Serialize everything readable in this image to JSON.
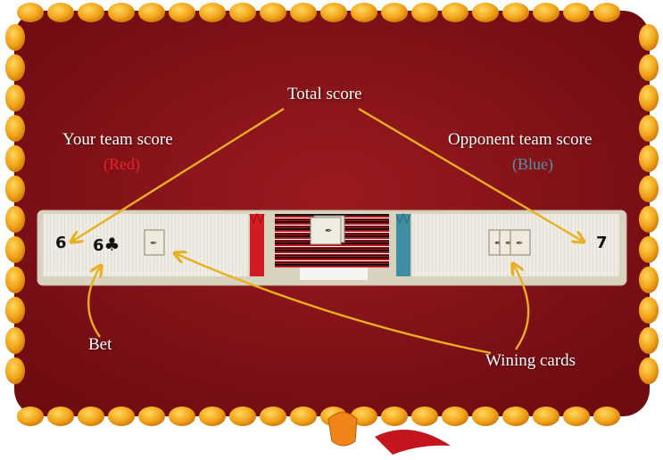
{
  "annotations": {
    "total_score": "Total score",
    "your_team_score": "Your team score",
    "your_team_color": "(Red)",
    "opponent_team_score": "Opponent team score",
    "opponent_team_color": "(Blue)",
    "bet": "Bet",
    "winning_cards": "Wining cards"
  },
  "scoreboard": {
    "your_total": "6",
    "bet_value": "6",
    "bet_suit": "club-icon",
    "opponent_total": "7",
    "your_won_tricks": 1,
    "opponent_won_tricks": 3
  },
  "colors": {
    "background": "#8b1218",
    "bead": "#f2a81a",
    "arrow": "#e8b020",
    "red_team": "#e8202a",
    "blue_team": "#4f93a8",
    "board": "#ece8dc"
  }
}
